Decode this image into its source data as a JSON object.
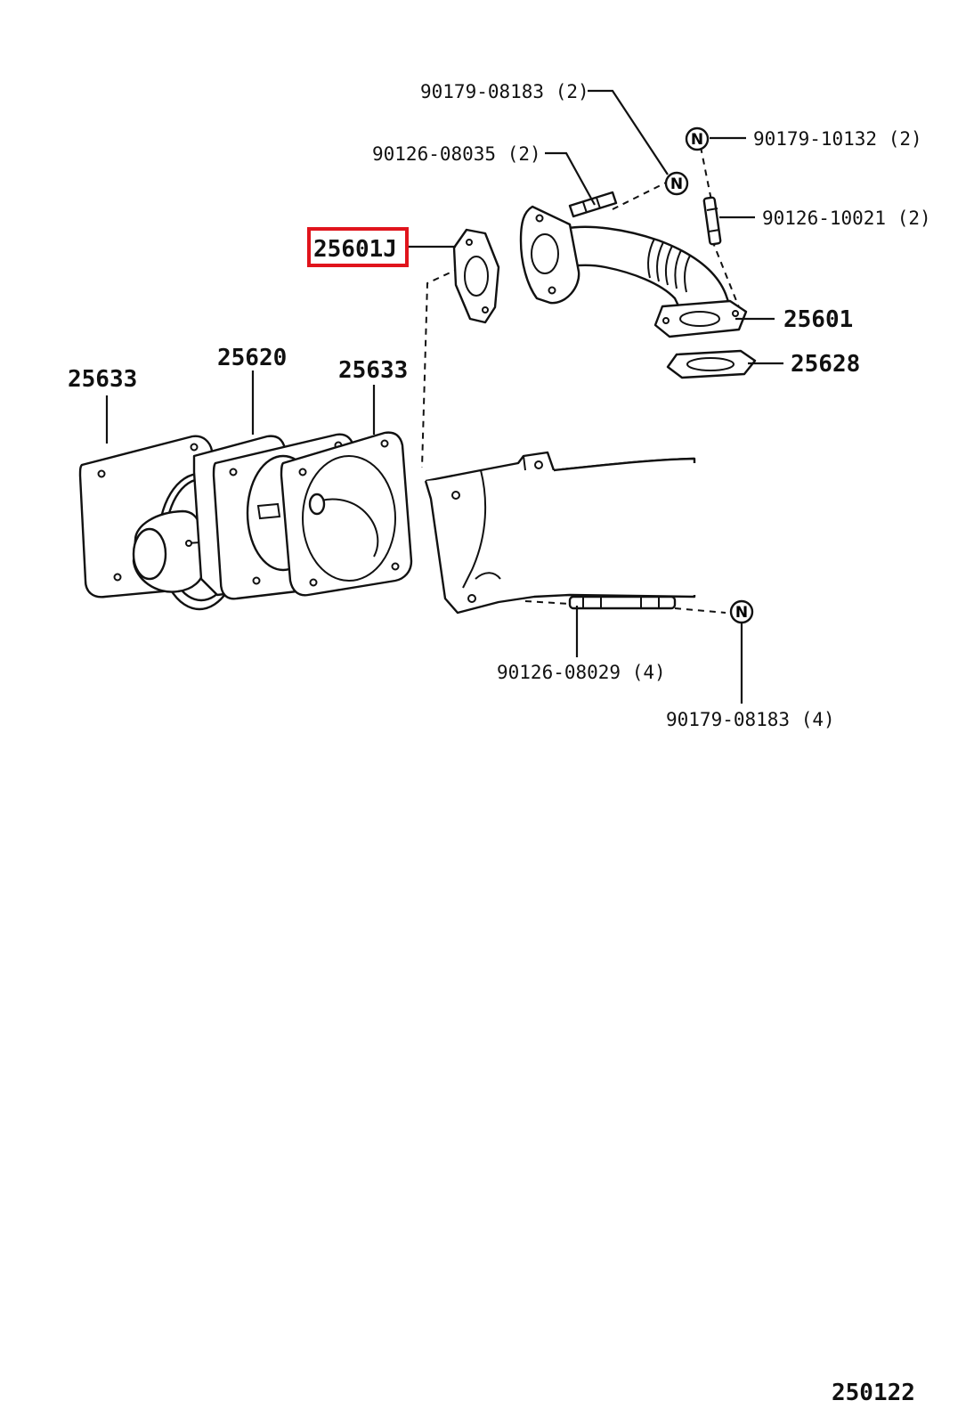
{
  "diagram_id": "250122",
  "highlight_color": "#e0141c",
  "labels": {
    "p_90179_08183_top": "90179-08183 (2)",
    "p_90126_08035": "90126-08035 (2)",
    "p_90179_10132": "90179-10132 (2)",
    "p_90126_10021": "90126-10021 (2)",
    "p_25601J": "25601J",
    "p_25601": "25601",
    "p_25628": "25628",
    "p_25633_left": "25633",
    "p_25620": "25620",
    "p_25633_right": "25633",
    "p_90126_08029": "90126-08029 (4)",
    "p_90179_08183_bottom": "90179-08183 (4)"
  },
  "nut_symbol": "N"
}
